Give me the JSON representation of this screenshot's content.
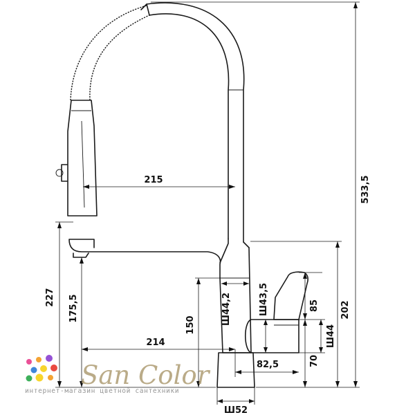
{
  "dimensions": {
    "overall_height": "533,5",
    "reach": "215",
    "spout_height_left": "227",
    "spout_outlet_height": "175,5",
    "spout_reach": "214",
    "base_to_spout": "150",
    "body_diameter": "Ш44,2",
    "lever_diameter": "Ш43,5",
    "lever_height": "85",
    "right_height": "202",
    "handle_diameter": "Ш44",
    "base_height": "70",
    "handle_offset": "82,5",
    "base_diameter": "Ш52"
  },
  "watermark": {
    "brand": "San Color",
    "tagline": "интернет-магазин цветной сантехники",
    "dot_colors": [
      "#e8372c",
      "#f39a1f",
      "#f7d117",
      "#2aa84a",
      "#2b7bd6",
      "#8a3fd1",
      "#e83e8c"
    ]
  }
}
